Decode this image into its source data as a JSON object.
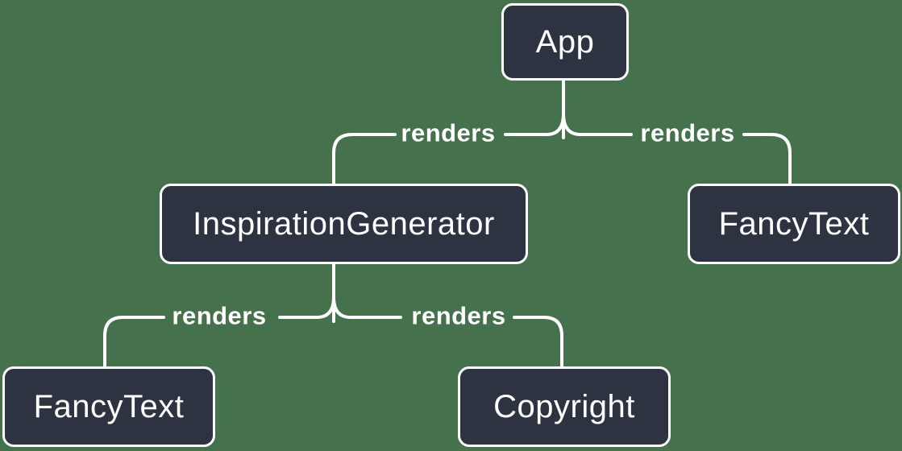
{
  "diagram": {
    "description": "Component render tree",
    "colors": {
      "background": "#45714D",
      "node_fill": "#2D3340",
      "node_border": "#FFFFFF",
      "line": "#FFFFFF",
      "text": "#FFFFFF"
    },
    "nodes": [
      {
        "id": "app",
        "label": "App"
      },
      {
        "id": "inspiration-generator",
        "label": "InspirationGenerator"
      },
      {
        "id": "fancy-text-top",
        "label": "FancyText"
      },
      {
        "id": "fancy-text-bottom",
        "label": "FancyText"
      },
      {
        "id": "copyright",
        "label": "Copyright"
      }
    ],
    "edges": [
      {
        "from": "App",
        "to": "InspirationGenerator",
        "label": "renders"
      },
      {
        "from": "App",
        "to": "FancyText",
        "label": "renders"
      },
      {
        "from": "InspirationGenerator",
        "to": "FancyText",
        "label": "renders"
      },
      {
        "from": "InspirationGenerator",
        "to": "Copyright",
        "label": "renders"
      }
    ]
  }
}
